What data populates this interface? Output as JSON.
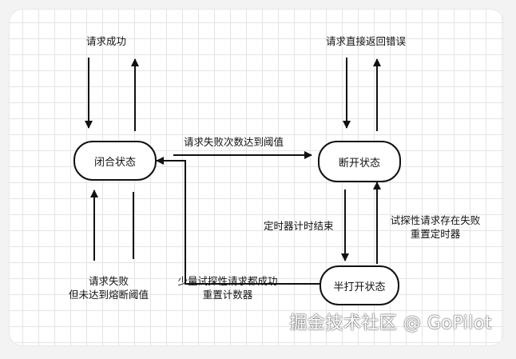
{
  "diagram": {
    "states": {
      "closed": "闭合状态",
      "open": "断开状态",
      "half_open": "半打开状态"
    },
    "labels": {
      "request_success": "请求成功",
      "request_direct_error": "请求直接返回错误",
      "fail_threshold": "请求失败次数达到阈值",
      "timer_end": "定时器计时结束",
      "probe_fail_line1": "试探性请求存在失败",
      "probe_fail_line2": "重置定时器",
      "fail_below_line1": "请求失败",
      "fail_below_line2": "但未达到熔断阈值",
      "probe_success_line1": "少量试探性请求都成功",
      "probe_success_line2": "重置计数器"
    }
  },
  "watermark": "掘金技术社区 @ GoPilot"
}
